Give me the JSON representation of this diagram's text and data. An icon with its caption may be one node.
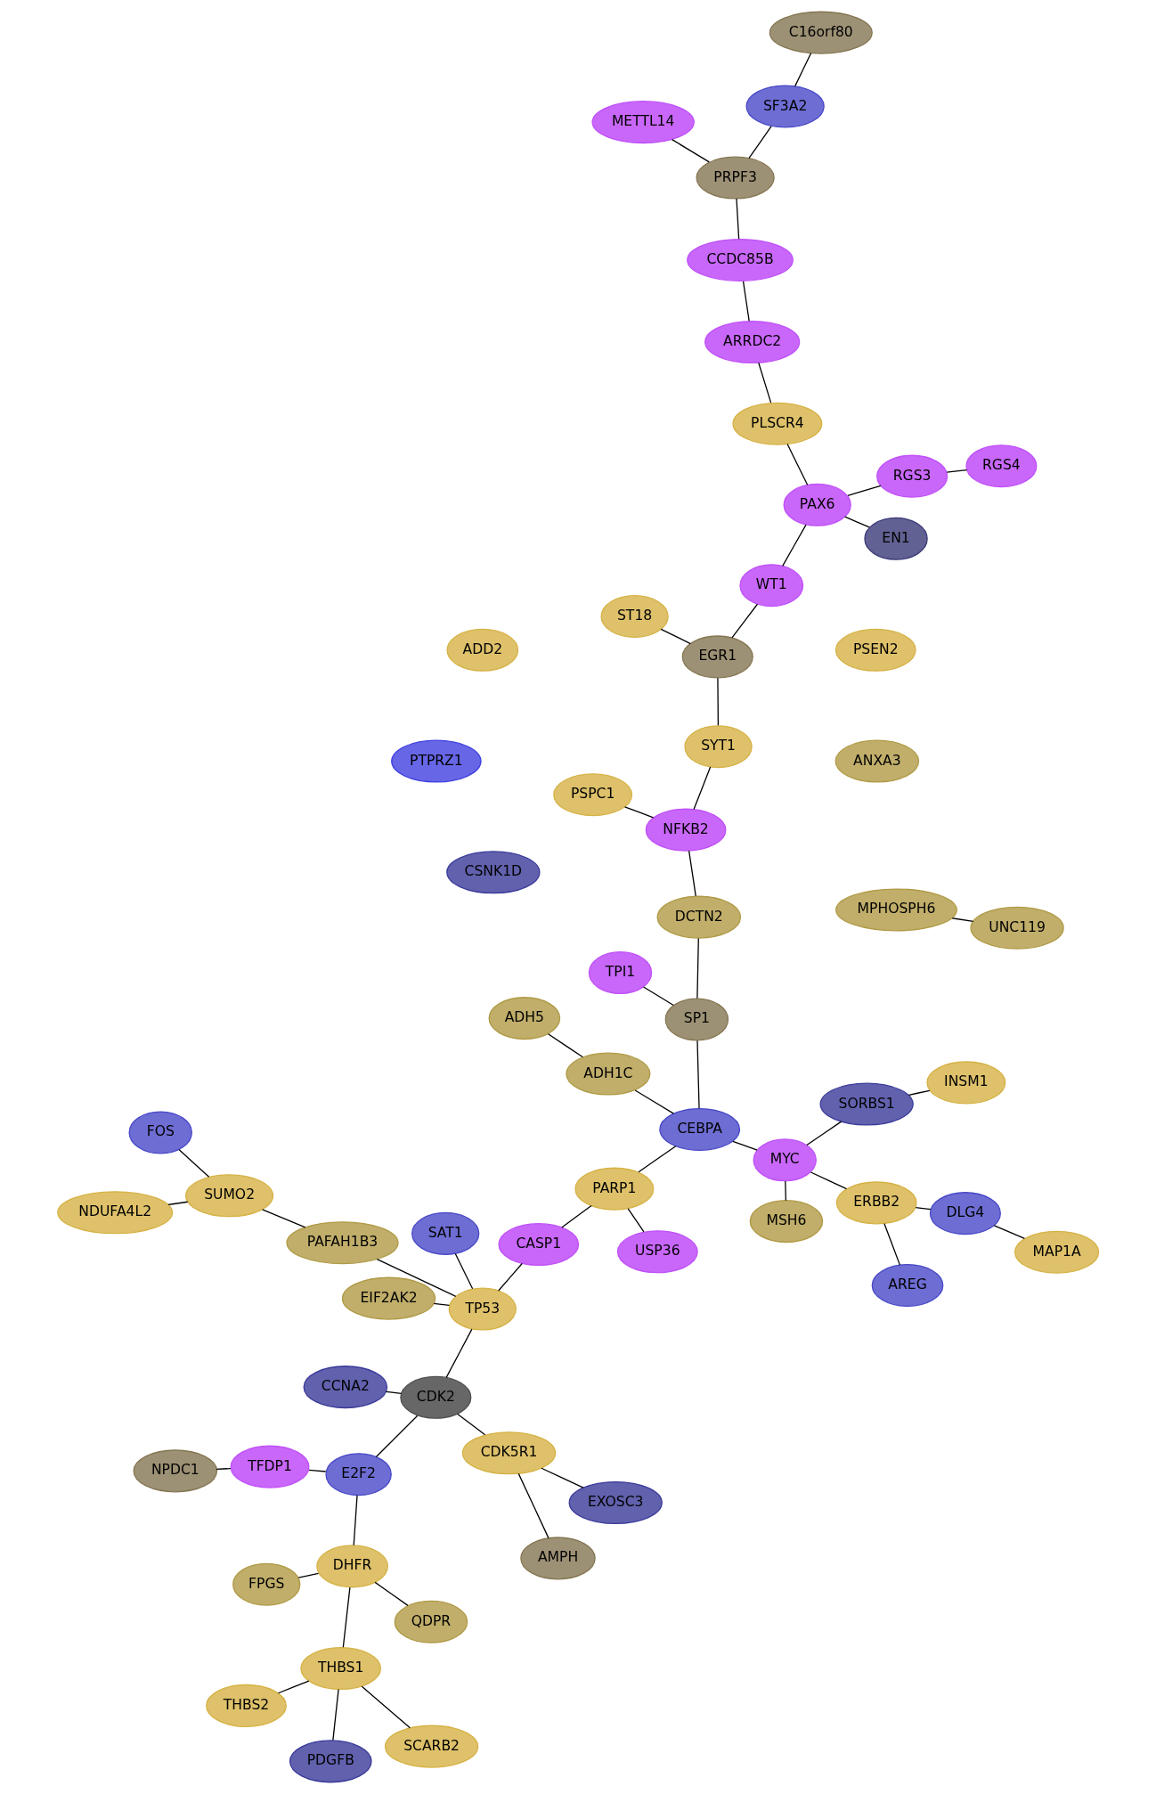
{
  "diagram": {
    "nodes": [
      {
        "text": [
          "NPDC1"
        ]
      },
      {
        "text": [
          "NDUFA4L2"
        ]
      },
      {
        "text": [
          "FOS"
        ]
      },
      {
        "text": [
          "AMPH"
        ]
      },
      {
        "text": [
          "EXOSC3"
        ]
      },
      {
        "text": [
          "THBS2"
        ]
      },
      {
        "text": [
          "MPHOSPH6"
        ]
      },
      {
        "text": [
          "SUMO2"
        ]
      },
      {
        "text": [
          "TFDP1"
        ]
      },
      {
        "text": [
          "QDPR"
        ]
      },
      {
        "text": [
          "PDGFB"
        ]
      },
      {
        "text": [
          "ANXA3"
        ]
      },
      {
        "text": [
          "CDK5R1"
        ]
      },
      {
        "text": [
          "UNC119"
        ]
      },
      {
        "text": [
          "THBS1"
        ]
      },
      {
        "text": [
          "E2F2"
        ]
      },
      {
        "text": [
          "DHFR"
        ]
      },
      {
        "text": [
          "PAFAH1B3"
        ]
      },
      {
        "text": [
          "CDK2"
        ]
      },
      {
        "text": [
          "SCARB2"
        ]
      },
      {
        "text": [
          "SAT1"
        ]
      },
      {
        "text": [
          "PSEN2"
        ]
      },
      {
        "text": [
          "CSNK1D"
        ]
      },
      {
        "text": [
          "TP53"
        ]
      },
      {
        "text": [
          "FPGS"
        ]
      },
      {
        "text": [
          "CCNA2"
        ]
      },
      {
        "text": [
          "EIF2AK2"
        ]
      },
      {
        "text": [
          "CASP1"
        ]
      },
      {
        "text": [
          "PARP1"
        ]
      },
      {
        "text": [
          "ADH5"
        ]
      },
      {
        "text": [
          "USP36"
        ]
      },
      {
        "text": [
          "AREG"
        ]
      },
      {
        "text": [
          "ADH1C"
        ]
      },
      {
        "text": [
          "ADD2"
        ]
      },
      {
        "text": [
          "PTPRZ1"
        ]
      },
      {
        "text": [
          "CEBPA"
        ]
      },
      {
        "text": [
          "ERBB2"
        ]
      },
      {
        "text": [
          "MYC"
        ]
      },
      {
        "text": [
          "SP1"
        ]
      },
      {
        "text": [
          "TPI1"
        ]
      },
      {
        "text": [
          "DLG4"
        ]
      },
      {
        "text": [
          "MSH6"
        ]
      },
      {
        "text": [
          "SORBS1"
        ]
      },
      {
        "text": [
          "MAP1A"
        ]
      },
      {
        "text": [
          "DCTN2"
        ]
      },
      {
        "text": [
          "INSM1"
        ]
      },
      {
        "text": [
          "NFKB2"
        ]
      },
      {
        "text": [
          "PSPC1"
        ]
      },
      {
        "text": [
          "SYT1"
        ]
      },
      {
        "text": [
          "EGR1"
        ]
      },
      {
        "text": [
          "ST18"
        ]
      },
      {
        "text": [
          "WT1"
        ]
      },
      {
        "text": [
          "EN1"
        ]
      },
      {
        "text": [
          "PAX6"
        ]
      },
      {
        "text": [
          "RGS3"
        ]
      },
      {
        "text": [
          "RGS4"
        ]
      },
      {
        "text": [
          "PLSCR4"
        ]
      },
      {
        "text": [
          "ARRDC2"
        ]
      },
      {
        "text": [
          "CCDC85B"
        ]
      },
      {
        "text": [
          "PRPF3"
        ]
      },
      {
        "text": [
          "METTL14"
        ]
      },
      {
        "text": [
          "SF3A2"
        ]
      },
      {
        "text": [
          "C16orf80"
        ]
      }
    ],
    "edges": [
      {
        "from": 2,
        "to": 7,
        "arrow": "none"
      },
      {
        "from": 1,
        "to": 7,
        "arrow": "none"
      },
      {
        "from": 7,
        "to": 17,
        "arrow": "none"
      },
      {
        "from": 6,
        "to": 13,
        "arrow": "none"
      },
      {
        "from": 17,
        "to": 23,
        "arrow": "none"
      },
      {
        "from": 20,
        "to": 23,
        "arrow": "none"
      },
      {
        "from": 23,
        "to": 18,
        "arrow": "none"
      },
      {
        "from": 23,
        "to": 26,
        "arrow": "none"
      },
      {
        "from": 23,
        "to": 27,
        "arrow": "none"
      },
      {
        "from": 3,
        "to": 12,
        "arrow": "none"
      },
      {
        "from": 4,
        "to": 12,
        "arrow": "none"
      },
      {
        "from": 12,
        "to": 18,
        "arrow": "none"
      },
      {
        "from": 18,
        "to": 15,
        "arrow": "none"
      },
      {
        "from": 18,
        "to": 25,
        "arrow": "none"
      },
      {
        "from": 0,
        "to": 8,
        "arrow": "none"
      },
      {
        "from": 8,
        "to": 15,
        "arrow": "none"
      },
      {
        "from": 15,
        "to": 16,
        "arrow": "none"
      },
      {
        "from": 9,
        "to": 16,
        "arrow": "none"
      },
      {
        "from": 16,
        "to": 14,
        "arrow": "none"
      },
      {
        "from": 16,
        "to": 24,
        "arrow": "none"
      },
      {
        "from": 5,
        "to": 14,
        "arrow": "none"
      },
      {
        "from": 10,
        "to": 14,
        "arrow": "none"
      },
      {
        "from": 14,
        "to": 19,
        "arrow": "none"
      },
      {
        "from": 27,
        "to": 28,
        "arrow": "none"
      },
      {
        "from": 28,
        "to": 30,
        "arrow": "none"
      },
      {
        "from": 28,
        "to": 35,
        "arrow": "none"
      },
      {
        "from": 29,
        "to": 32,
        "arrow": "none"
      },
      {
        "from": 32,
        "to": 35,
        "arrow": "none"
      },
      {
        "from": 35,
        "to": 37,
        "arrow": "none"
      },
      {
        "from": 35,
        "to": 38,
        "arrow": "none"
      },
      {
        "from": 37,
        "to": 36,
        "arrow": "none"
      },
      {
        "from": 37,
        "to": 42,
        "arrow": "none"
      },
      {
        "from": 37,
        "to": 41,
        "arrow": "none"
      },
      {
        "from": 31,
        "to": 36,
        "arrow": "none"
      },
      {
        "from": 36,
        "to": 40,
        "arrow": "none"
      },
      {
        "from": 40,
        "to": 43,
        "arrow": "none"
      },
      {
        "from": 42,
        "to": 45,
        "arrow": "none"
      },
      {
        "from": 38,
        "to": 39,
        "arrow": "none"
      },
      {
        "from": 38,
        "to": 44,
        "arrow": "none"
      },
      {
        "from": 44,
        "to": 46,
        "arrow": "none"
      },
      {
        "from": 46,
        "to": 47,
        "arrow": "none"
      },
      {
        "from": 46,
        "to": 48,
        "arrow": "none"
      },
      {
        "from": 48,
        "to": 49,
        "arrow": "none"
      },
      {
        "from": 49,
        "to": 50,
        "arrow": "none"
      },
      {
        "from": 49,
        "to": 51,
        "arrow": "none"
      },
      {
        "from": 51,
        "to": 53,
        "arrow": "none"
      },
      {
        "from": 52,
        "to": 53,
        "arrow": "none"
      },
      {
        "from": 53,
        "to": 54,
        "arrow": "none"
      },
      {
        "from": 54,
        "to": 55,
        "arrow": "none"
      },
      {
        "from": 53,
        "to": 56,
        "arrow": "none"
      },
      {
        "from": 56,
        "to": 57,
        "arrow": "none"
      },
      {
        "from": 57,
        "to": 58,
        "arrow": "none"
      },
      {
        "from": 58,
        "to": 59,
        "arrow": "none"
      },
      {
        "from": 59,
        "to": 60,
        "arrow": "none"
      },
      {
        "from": 59,
        "to": 61,
        "arrow": "none"
      },
      {
        "from": 61,
        "to": 62,
        "arrow": "none"
      }
    ]
  }
}
